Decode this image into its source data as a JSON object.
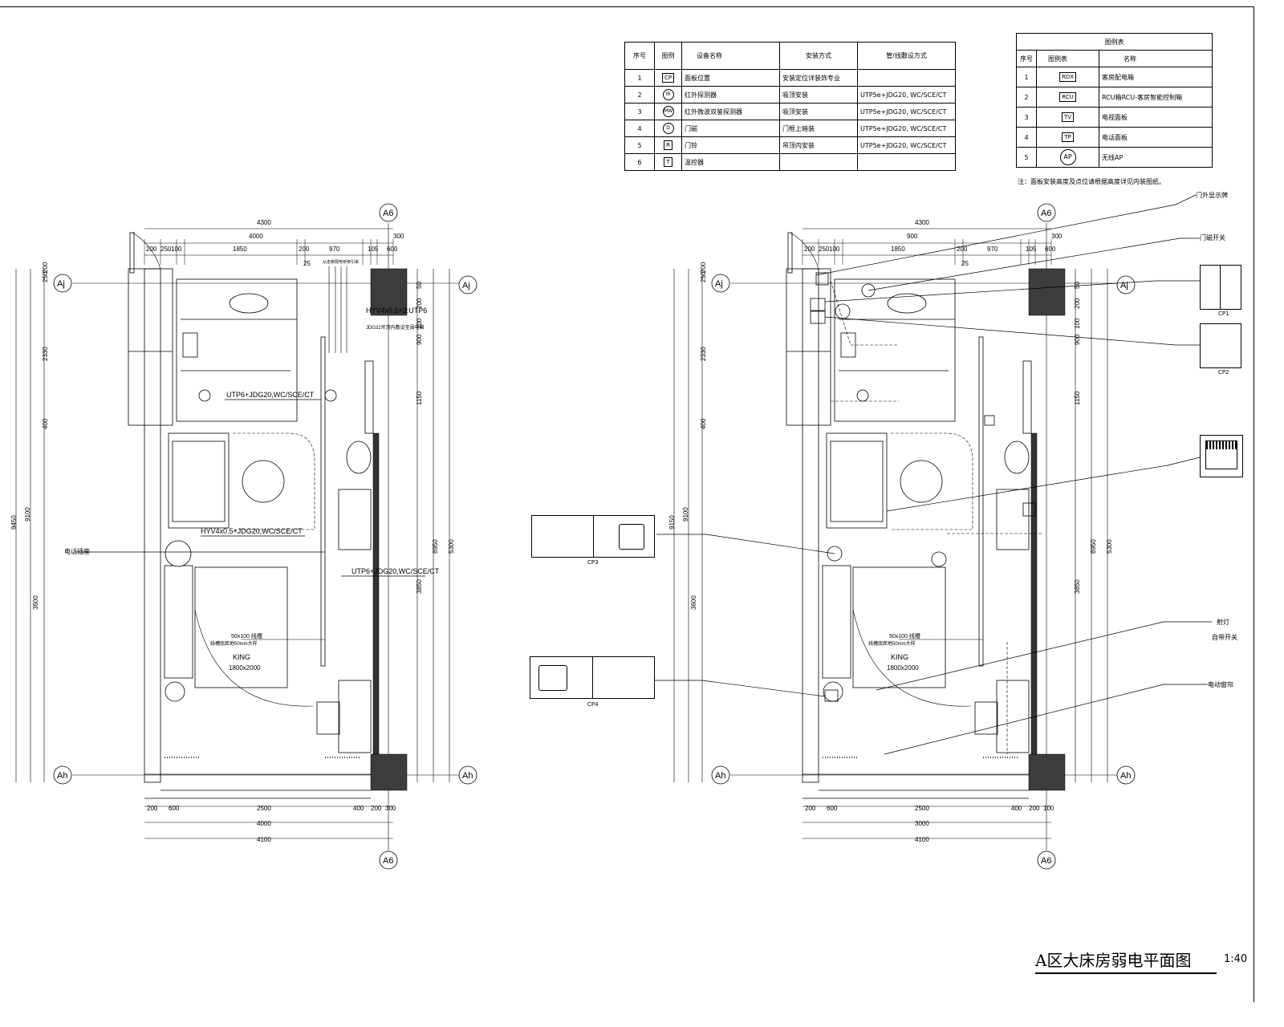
{
  "drawing_title": "A区大床房弱电平面图",
  "scale": "1:40",
  "equipment_table": {
    "headers": [
      "序号",
      "图例",
      "设备名称",
      "安装方式",
      "管/线敷设方式"
    ],
    "rows": [
      {
        "no": "1",
        "symbol": "CP",
        "name": "面板位置",
        "install": "安装定位详装饰专业",
        "cable": ""
      },
      {
        "no": "2",
        "symbol": "IR",
        "name": "红外探测器",
        "install": "吸顶安装",
        "cable": "UTP5e+JDG20, WC/SCE/CT"
      },
      {
        "no": "3",
        "symbol": "MW",
        "name": "红外微波双鉴探测器",
        "install": "吸顶安装",
        "cable": "UTP5e+JDG20, WC/SCE/CT"
      },
      {
        "no": "4",
        "symbol": "D",
        "name": "门磁",
        "install": "门框上暗装",
        "cable": "UTP5e+JDG20, WC/SCE/CT"
      },
      {
        "no": "5",
        "symbol": "R",
        "name": "门铃",
        "install": "吊顶内安装",
        "cable": "UTP5e+JDG20, WC/SCE/CT"
      },
      {
        "no": "6",
        "symbol": "T",
        "name": "温控器",
        "install": "",
        "cable": ""
      }
    ]
  },
  "legend_table": {
    "title": "图例表",
    "headers": [
      "序号",
      "图例表",
      "名称"
    ],
    "rows": [
      {
        "no": "1",
        "symbol": "RDX",
        "name": "客房配电箱"
      },
      {
        "no": "2",
        "symbol": "RCU",
        "name": "RCU箱RCU-客房智能控制箱"
      },
      {
        "no": "3",
        "symbol": "TV",
        "name": "电视面板"
      },
      {
        "no": "4",
        "symbol": "TP",
        "name": "电话面板"
      },
      {
        "no": "5",
        "symbol": "AP",
        "name": "无线AP"
      }
    ],
    "note": "注：面板安装高度及点位请根据高度详见内装图纸。"
  },
  "axes": {
    "top": "A6",
    "bottom": "A6",
    "upper": "Aj",
    "lower": "Ah"
  },
  "left_plan": {
    "dims_top": [
      "4300",
      "4000",
      "300",
      "200",
      "250",
      "100",
      "1850",
      "200",
      "970",
      "105",
      "600",
      "25"
    ],
    "dims_bottom": [
      "200",
      "600",
      "2500",
      "400",
      "200",
      "300",
      "4000",
      "4100"
    ],
    "dims_left": [
      "9450",
      "9100",
      "250",
      "200",
      "2330",
      "400",
      "3600"
    ],
    "dims_right": [
      "50",
      "200",
      "100",
      "900",
      "1150",
      "8950",
      "5300",
      "3850"
    ],
    "annotations": [
      "HYV4x0.5+3:UTP6",
      "JDG32吊顶内敷设至弱电箱",
      "UTP6+JDG20,WC/SCE/CT",
      "HYV4x0.5+JDG20,WC/SCE/CT",
      "UTP6+JDG20,WC/SCE/CT",
      "50x100 线槽",
      "线槽底距地50mm大样",
      "KING",
      "1800x2000",
      "电话插座",
      "从走廊弱电桥架引来"
    ]
  },
  "right_plan": {
    "dims_top": [
      "4300",
      "900",
      "300",
      "200",
      "250",
      "100",
      "1850",
      "200",
      "970",
      "105",
      "600",
      "25"
    ],
    "dims_bottom": [
      "200",
      "600",
      "2500",
      "400",
      "200",
      "100",
      "3000",
      "4100"
    ],
    "dims_left": [
      "9150",
      "9100",
      "250",
      "200",
      "2330",
      "400",
      "3600"
    ],
    "dims_right": [
      "50",
      "200",
      "100",
      "900",
      "1150",
      "8950",
      "5300",
      "3850"
    ],
    "annotations": [
      "50x100 线槽",
      "线槽底距地50mm大样",
      "KING",
      "1800x2000"
    ]
  },
  "callouts": [
    "门外显示牌",
    "门磁开关",
    "射灯",
    "自带开关",
    "电动窗帘"
  ],
  "panels": {
    "cp1": "CP1",
    "cp2": "CP2",
    "cp3": "CP3",
    "cp4": "CP4"
  }
}
